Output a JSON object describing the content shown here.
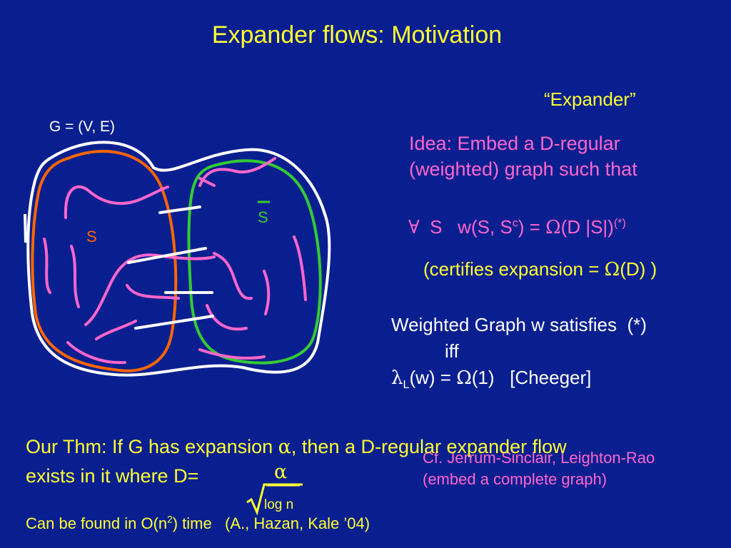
{
  "title": "Expander flows: Motivation",
  "graph_label": "G = (V, E)",
  "set_s": "S",
  "set_s_bar": "S",
  "expander_heading": "“Expander”",
  "idea": {
    "line1": "Idea: Embed a D-regular",
    "line2": "(weighted) graph such that"
  },
  "condition": {
    "forall": "∀",
    "text": "  S   w(S, S",
    "sup_c": "c",
    "text2": ") = ",
    "omega": "Ω",
    "text3": "(D |S|)",
    "sup_star": "(*)"
  },
  "certifies": {
    "prefix": "(certifies expansion = ",
    "omega": "Ω",
    "suffix": "(D) )"
  },
  "weighted": {
    "line1": "Weighted Graph w satisfies  (*)",
    "iff": "iff",
    "lambda": "λ",
    "sub_l": "L",
    "line3a": "(w) = ",
    "omega": "Ω",
    "line3b": "(1)   [Cheeger]"
  },
  "thm": {
    "line1a": "Our Thm: If G has expansion ",
    "alpha": "α",
    "line1b": ", then a D-regular expander flow",
    "line2": "exists in it where  D=",
    "frac_num": "α",
    "frac_den": "log n"
  },
  "cf": {
    "line1": "Cf. Jerrum-Sinclair, Leighton-Rao",
    "line2": "(embed a complete graph)"
  },
  "footer": {
    "text1": "Can be found in O(n",
    "sup2": "2",
    "text2": ") time   (A., Hazan, Kale ’04)"
  },
  "colors": {
    "background": "#0a1f8f",
    "yellow": "#ffff33",
    "pink": "#ff66cc",
    "orange": "#ff6600",
    "green": "#33cc33",
    "white": "#ffffff"
  }
}
